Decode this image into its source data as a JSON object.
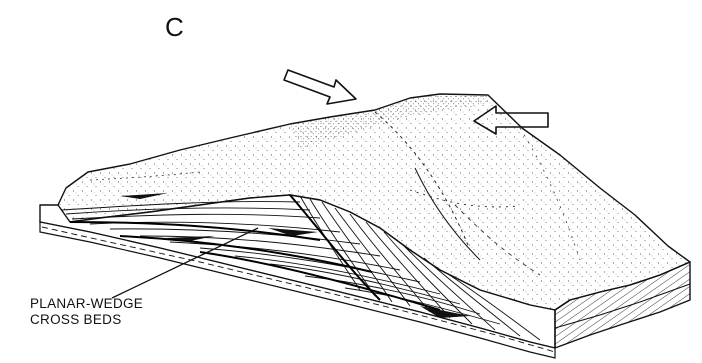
{
  "figure": {
    "panel_letter": "C",
    "label_line1": "PLANAR-WEDGE",
    "label_line2": "CROSS BEDS",
    "ink_color": "#111111",
    "paper_color": "#ffffff"
  }
}
